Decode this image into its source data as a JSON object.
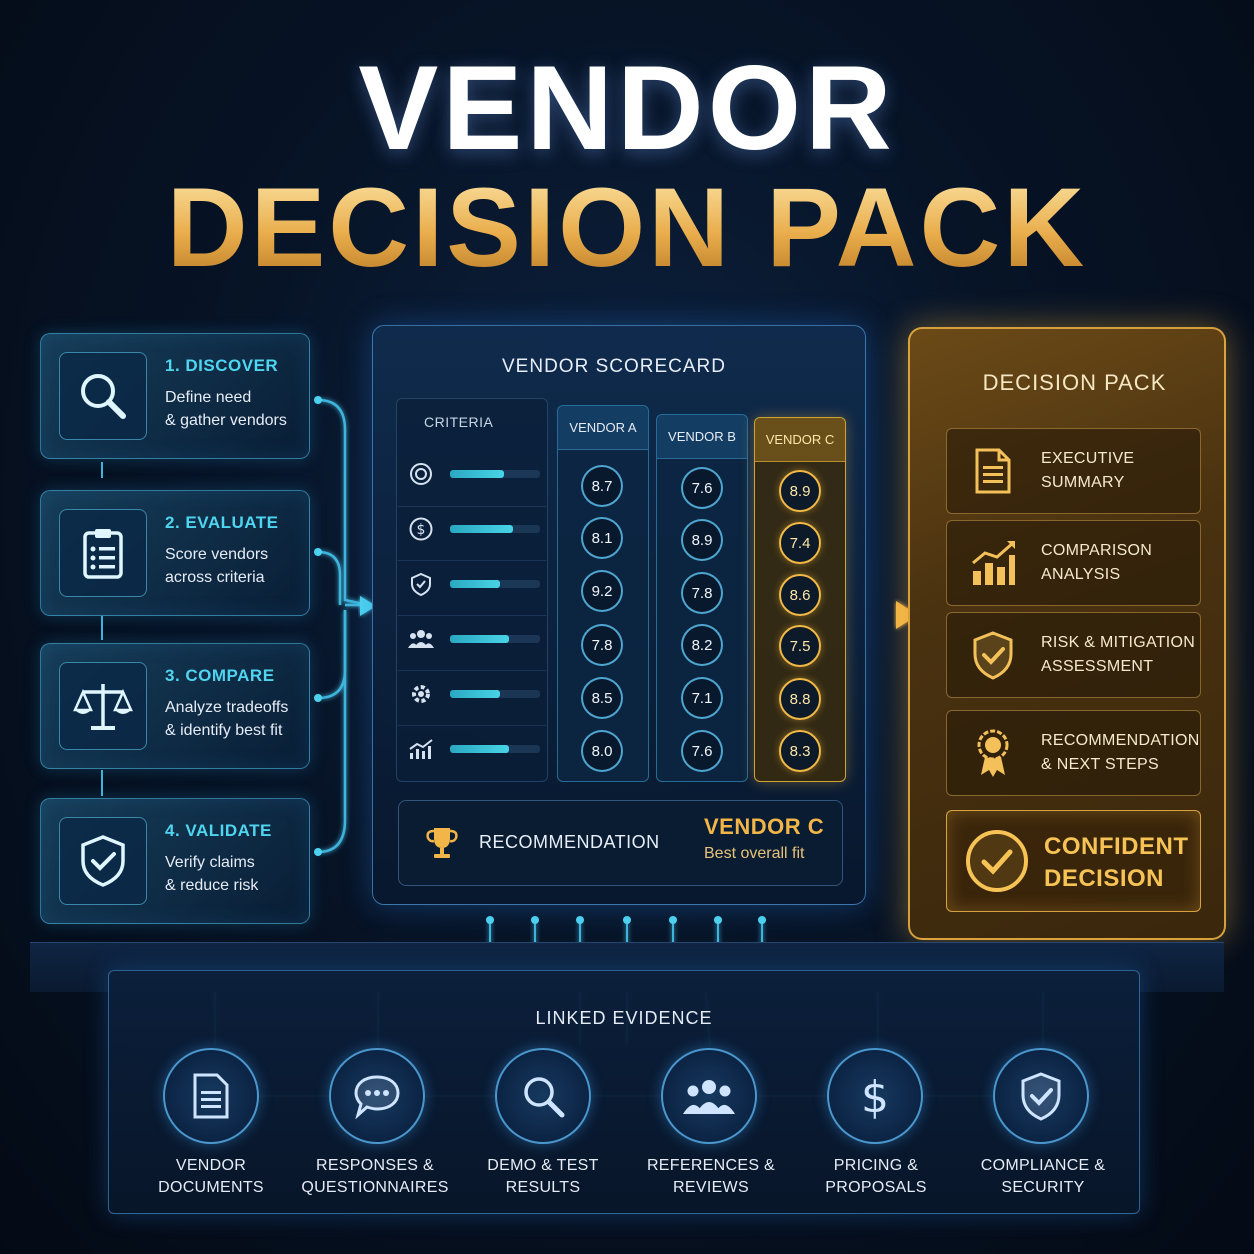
{
  "title": {
    "line1": "VENDOR",
    "line2": "DECISION PACK"
  },
  "steps": [
    {
      "title": "1. DISCOVER",
      "desc1": "Define need",
      "desc2": "& gather vendors",
      "icon": "magnifier-icon"
    },
    {
      "title": "2. EVALUATE",
      "desc1": "Score vendors",
      "desc2": "across criteria",
      "icon": "clipboard-icon"
    },
    {
      "title": "3. COMPARE",
      "desc1": "Analyze tradeoffs",
      "desc2": "& identify best fit",
      "icon": "scales-icon"
    },
    {
      "title": "4. VALIDATE",
      "desc1": "Verify claims",
      "desc2": "& reduce risk",
      "icon": "shield-check-icon"
    }
  ],
  "scorecard": {
    "title": "VENDOR SCORECARD",
    "criteria_header": "CRITERIA",
    "criteria_icons": [
      "target-icon",
      "dollar-icon",
      "shield-icon",
      "people-icon",
      "gear-icon",
      "growth-chart-icon"
    ],
    "criteria_weights": [
      0.6,
      0.7,
      0.55,
      0.65,
      0.55,
      0.65
    ],
    "vendors": [
      {
        "name": "VENDOR A",
        "scores": [
          "8.7",
          "8.1",
          "9.2",
          "7.8",
          "8.5",
          "8.0"
        ]
      },
      {
        "name": "VENDOR B",
        "scores": [
          "7.6",
          "8.9",
          "7.8",
          "8.2",
          "7.1",
          "7.6"
        ]
      },
      {
        "name": "VENDOR C",
        "scores": [
          "8.9",
          "7.4",
          "8.6",
          "7.5",
          "8.8",
          "8.3"
        ]
      }
    ],
    "recommendation": {
      "label": "RECOMMENDATION",
      "vendor": "VENDOR C",
      "sub": "Best overall fit"
    }
  },
  "decision_pack": {
    "title": "DECISION PACK",
    "items": [
      {
        "line1": "EXECUTIVE",
        "line2": "SUMMARY",
        "icon": "document-icon"
      },
      {
        "line1": "COMPARISON",
        "line2": "ANALYSIS",
        "icon": "bar-chart-icon"
      },
      {
        "line1": "RISK & MITIGATION",
        "line2": "ASSESSMENT",
        "icon": "shield-check-icon"
      },
      {
        "line1": "RECOMMENDATION",
        "line2": "& NEXT STEPS",
        "icon": "award-ribbon-icon"
      }
    ],
    "final": {
      "line1": "CONFIDENT",
      "line2": "DECISION",
      "icon": "check-circle-icon"
    }
  },
  "evidence": {
    "title": "LINKED EVIDENCE",
    "items": [
      {
        "line1": "VENDOR",
        "line2": "DOCUMENTS",
        "icon": "document-icon"
      },
      {
        "line1": "RESPONSES &",
        "line2": "QUESTIONNAIRES",
        "icon": "chat-bubble-icon"
      },
      {
        "line1": "DEMO & TEST",
        "line2": "RESULTS",
        "icon": "magnifier-icon"
      },
      {
        "line1": "REFERENCES &",
        "line2": "REVIEWS",
        "icon": "people-icon"
      },
      {
        "line1": "PRICING &",
        "line2": "PROPOSALS",
        "icon": "dollar-icon"
      },
      {
        "line1": "COMPLIANCE &",
        "line2": "SECURITY",
        "icon": "shield-check-icon"
      }
    ]
  },
  "colors": {
    "accent_cyan": "#4fd5ef",
    "accent_gold": "#f2b648",
    "background": "#071427"
  }
}
